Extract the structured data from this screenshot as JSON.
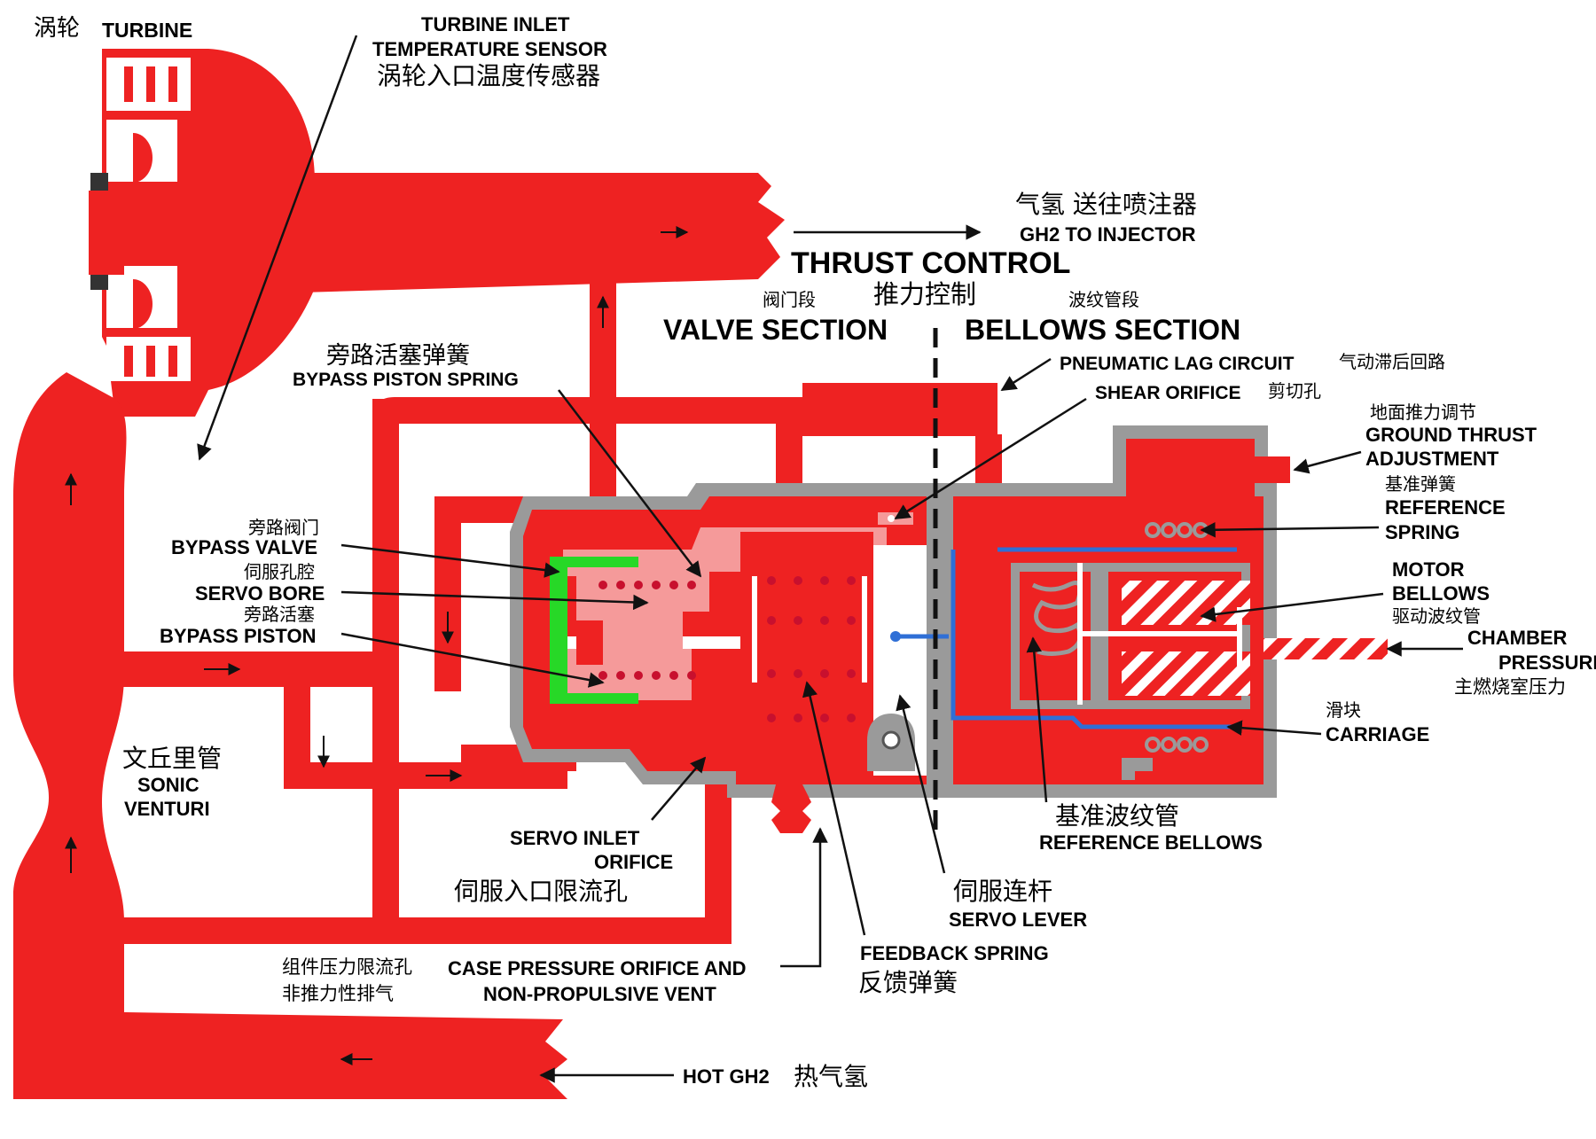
{
  "colors": {
    "flow": "#ee2222",
    "flow_light": "#f59a9a",
    "casing": "#9a9a9a",
    "bypass_valve": "#27d827",
    "bellows_link": "#2f6fd6",
    "leader": "#111111",
    "background": "#ffffff"
  },
  "labels": {
    "turbine_zh": "涡轮",
    "turbine_en": "TURBINE",
    "tit_sensor_en_1": "TURBINE INLET",
    "tit_sensor_en_2": "TEMPERATURE SENSOR",
    "tit_sensor_zh": "涡轮入口温度传感器",
    "gh2_injector_zh": "气氢 送往喷注器",
    "gh2_injector_en": "GH2 TO INJECTOR",
    "thrust_control_en": "THRUST CONTROL",
    "thrust_control_zh": "推力控制",
    "valve_section_zh": "阀门段",
    "valve_section_en": "VALVE SECTION",
    "bellows_section_zh": "波纹管段",
    "bellows_section_en": "BELLOWS SECTION",
    "bypass_spring_zh": "旁路活塞弹簧",
    "bypass_spring_en": "BYPASS PISTON SPRING",
    "pneumatic_lag_en": "PNEUMATIC LAG CIRCUIT",
    "pneumatic_lag_zh": "气动滞后回路",
    "shear_orifice_en": "SHEAR ORIFICE",
    "shear_orifice_zh": "剪切孔",
    "ground_thrust_zh": "地面推力调节",
    "ground_thrust_en_1": "GROUND THRUST",
    "ground_thrust_en_2": "ADJUSTMENT",
    "reference_spring_zh": "基准弹簧",
    "reference_spring_en_1": "REFERENCE",
    "reference_spring_en_2": "SPRING",
    "motor_bellows_en_1": "MOTOR",
    "motor_bellows_en_2": "BELLOWS",
    "motor_bellows_zh": "驱动波纹管",
    "chamber_pressure_en_1": "CHAMBER",
    "chamber_pressure_en_2": "PRESSURE",
    "chamber_pressure_zh": "主燃烧室压力",
    "carriage_zh": "滑块",
    "carriage_en": "CARRIAGE",
    "bypass_valve_zh": "旁路阀门",
    "bypass_valve_en": "BYPASS VALVE",
    "servo_bore_zh": "伺服孔腔",
    "servo_bore_en": "SERVO BORE",
    "bypass_piston_zh": "旁路活塞",
    "bypass_piston_en": "BYPASS PISTON",
    "venturi_zh": "文丘里管",
    "venturi_en_1": "SONIC",
    "venturi_en_2": "VENTURI",
    "servo_inlet_en_1": "SERVO INLET",
    "servo_inlet_en_2": "ORIFICE",
    "servo_inlet_zh": "伺服入口限流孔",
    "reference_bellows_zh": "基准波纹管",
    "reference_bellows_en": "REFERENCE BELLOWS",
    "servo_lever_zh": "伺服连杆",
    "servo_lever_en": "SERVO LEVER",
    "feedback_spring_en": "FEEDBACK SPRING",
    "feedback_spring_zh": "反馈弹簧",
    "case_orifice_zh_1": "组件压力限流孔",
    "case_orifice_zh_2": "非推力性排气",
    "case_orifice_en_1": "CASE PRESSURE ORIFICE AND",
    "case_orifice_en_2": "NON-PROPULSIVE VENT",
    "hot_gh2_en": "HOT GH2",
    "hot_gh2_zh": "热气氢"
  }
}
